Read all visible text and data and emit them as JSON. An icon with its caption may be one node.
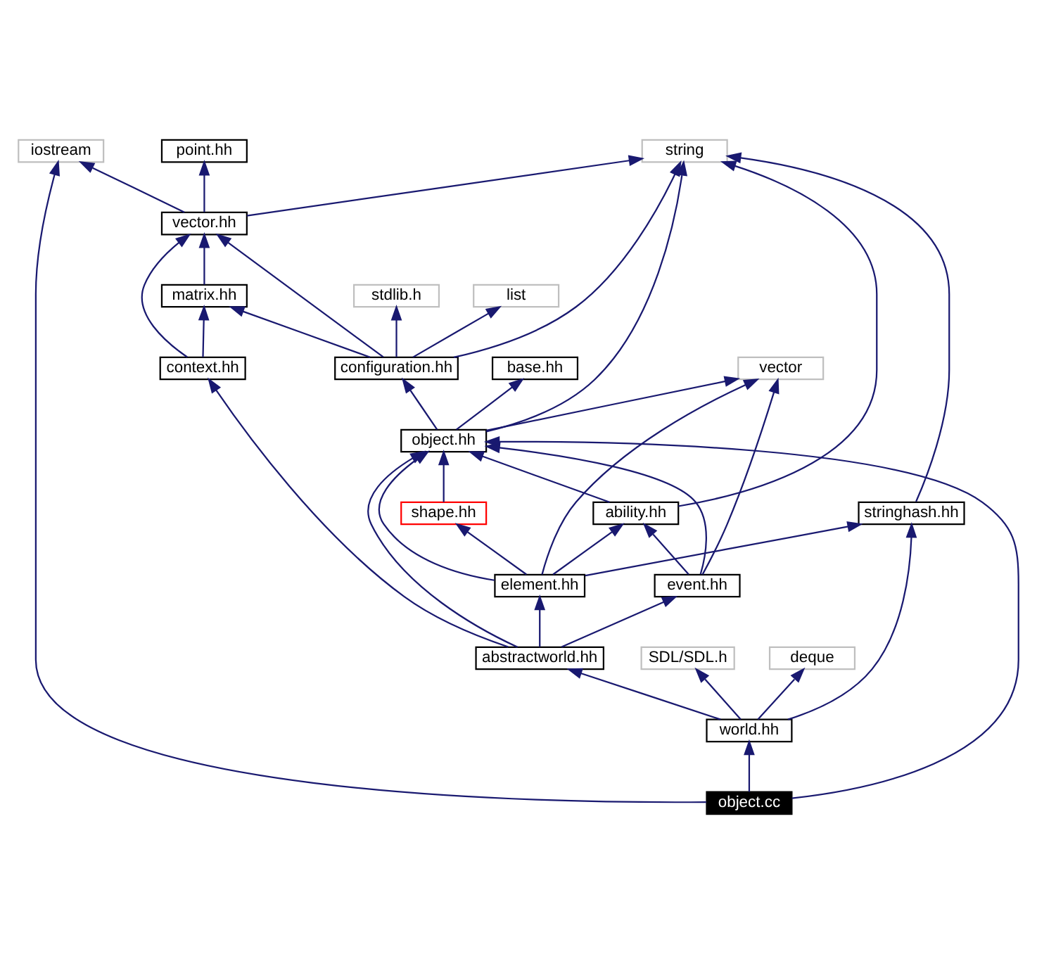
{
  "diagram": {
    "nodes": [
      {
        "text": [
          "iostream"
        ]
      },
      {
        "text": [
          "point.hh"
        ]
      },
      {
        "text": [
          "string"
        ]
      },
      {
        "text": [
          "vector.hh"
        ]
      },
      {
        "text": [
          "matrix.hh"
        ]
      },
      {
        "text": [
          "stdlib.h"
        ]
      },
      {
        "text": [
          "list"
        ]
      },
      {
        "text": [
          "context.hh"
        ]
      },
      {
        "text": [
          "base.hh"
        ]
      },
      {
        "text": [
          "configuration.hh"
        ]
      },
      {
        "text": [
          "vector"
        ]
      },
      {
        "text": [
          "object.hh"
        ]
      },
      {
        "text": [
          "shape.hh"
        ]
      },
      {
        "text": [
          "ability.hh"
        ]
      },
      {
        "text": [
          "stringhash.hh"
        ]
      },
      {
        "text": [
          "event.hh"
        ]
      },
      {
        "text": [
          "element.hh"
        ]
      },
      {
        "text": [
          "abstractworld.hh"
        ]
      },
      {
        "text": [
          "SDL/SDL.h"
        ]
      },
      {
        "text": [
          "deque"
        ]
      },
      {
        "text": [
          "world.hh"
        ]
      },
      {
        "text": [
          "object.cc"
        ]
      }
    ],
    "edges": [
      {
        "from": 3,
        "to": 0,
        "arrow": "to"
      },
      {
        "from": 3,
        "to": 1,
        "arrow": "to"
      },
      {
        "from": 3,
        "to": 2,
        "arrow": "to"
      },
      {
        "from": 4,
        "to": 3,
        "arrow": "to"
      },
      {
        "from": 7,
        "to": 3,
        "arrow": "to"
      },
      {
        "from": 7,
        "to": 4,
        "arrow": "to"
      },
      {
        "from": 9,
        "to": 3,
        "arrow": "to"
      },
      {
        "from": 9,
        "to": 4,
        "arrow": "to"
      },
      {
        "from": 9,
        "to": 5,
        "arrow": "to"
      },
      {
        "from": 9,
        "to": 6,
        "arrow": "to"
      },
      {
        "from": 9,
        "to": 2,
        "arrow": "to"
      },
      {
        "from": 11,
        "to": 2,
        "arrow": "to"
      },
      {
        "from": 11,
        "to": 8,
        "arrow": "to"
      },
      {
        "from": 11,
        "to": 9,
        "arrow": "to"
      },
      {
        "from": 11,
        "to": 10,
        "arrow": "to"
      },
      {
        "from": 12,
        "to": 11,
        "arrow": "to"
      },
      {
        "from": 13,
        "to": 11,
        "arrow": "to"
      },
      {
        "from": 13,
        "to": 2,
        "arrow": "to"
      },
      {
        "from": 15,
        "to": 11,
        "arrow": "to"
      },
      {
        "from": 15,
        "to": 10,
        "arrow": "to"
      },
      {
        "from": 15,
        "to": 13,
        "arrow": "to"
      },
      {
        "from": 16,
        "to": 12,
        "arrow": "to"
      },
      {
        "from": 16,
        "to": 13,
        "arrow": "to"
      },
      {
        "from": 16,
        "to": 11,
        "arrow": "to"
      },
      {
        "from": 16,
        "to": 10,
        "arrow": "to"
      },
      {
        "from": 16,
        "to": 14,
        "arrow": "to"
      },
      {
        "from": 14,
        "to": 2,
        "arrow": "to"
      },
      {
        "from": 17,
        "to": 11,
        "arrow": "to"
      },
      {
        "from": 17,
        "to": 7,
        "arrow": "to"
      },
      {
        "from": 17,
        "to": 15,
        "arrow": "to"
      },
      {
        "from": 17,
        "to": 16,
        "arrow": "to"
      },
      {
        "from": 20,
        "to": 17,
        "arrow": "to"
      },
      {
        "from": 20,
        "to": 14,
        "arrow": "to"
      },
      {
        "from": 20,
        "to": 18,
        "arrow": "to"
      },
      {
        "from": 20,
        "to": 19,
        "arrow": "to"
      },
      {
        "from": 21,
        "to": 0,
        "arrow": "to"
      },
      {
        "from": 21,
        "to": 11,
        "arrow": "to"
      },
      {
        "from": 21,
        "to": 20,
        "arrow": "to"
      }
    ]
  }
}
